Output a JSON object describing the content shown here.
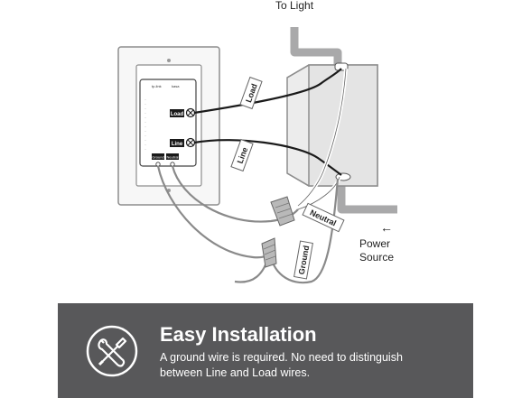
{
  "diagram": {
    "to_light": "To Light",
    "power_source_line1": "Power",
    "power_source_line2": "Source",
    "wire_load": "Load",
    "wire_line": "Line",
    "wire_neutral": "Neutral",
    "wire_ground": "Ground",
    "terminal_load": "Load",
    "terminal_line": "Line",
    "terminal_ground": "Ground",
    "terminal_neutral": "Neutral",
    "switch_brand": "tp-link",
    "switch_model": "kasa",
    "arrow": "←"
  },
  "banner": {
    "title": "Easy Installation",
    "line1": "A ground wire is required. No need to distinguish",
    "line2": "between Line and Load wires.",
    "icon": "wrench-screwdriver-icon"
  },
  "colors": {
    "banner_bg": "#58585a",
    "conduit": "#a9a9aa",
    "wire": "#1a1a1a",
    "gray_wire": "#8a8a8a",
    "white_wire": "#ffffff"
  }
}
